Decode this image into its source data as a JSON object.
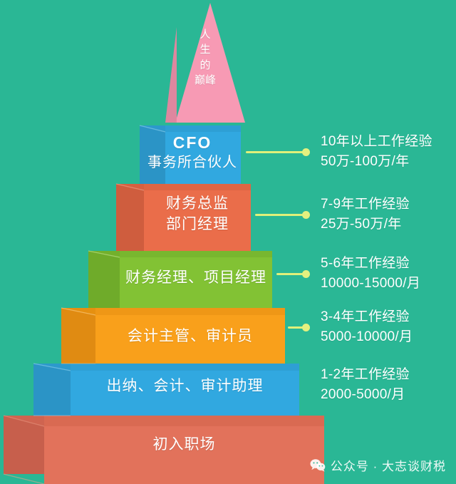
{
  "graphic": {
    "type": "career-pyramid-infographic",
    "background_color": "#2ab795",
    "text_color": "#ffffff",
    "connector_color": "#dff07a"
  },
  "apex": {
    "chars": [
      "人",
      "生",
      "的",
      "巅峰"
    ],
    "color": "#f79ab4"
  },
  "tiers": [
    {
      "id": "cfo",
      "lines": [
        "CFO",
        "事务所合伙人"
      ],
      "color": "#31a8e0",
      "side_color": "#2b94c6"
    },
    {
      "id": "finance-director",
      "lines": [
        "财务总监",
        "部门经理"
      ],
      "color": "#ea6d4a",
      "side_color": "#cf5d3e"
    },
    {
      "id": "finance-manager",
      "lines": [
        "财务经理、项目经理"
      ],
      "color": "#82c234",
      "side_color": "#6fab2a"
    },
    {
      "id": "accounting-supervisor",
      "lines": [
        "会计主管、审计员"
      ],
      "color": "#f9a01b",
      "side_color": "#e08b12"
    },
    {
      "id": "cashier-assistant",
      "lines": [
        "出纳、会计、审计助理"
      ],
      "color": "#31a8e0",
      "side_color": "#2b94c6"
    },
    {
      "id": "entry-level",
      "lines": [
        "初入职场"
      ],
      "color": "#e2725b",
      "side_color": "#c75f4c"
    }
  ],
  "annotations": [
    {
      "id": "annot-cfo",
      "line1": "10年以上工作经验",
      "line2": "50万-100万/年",
      "has_connector": true
    },
    {
      "id": "annot-director",
      "line1": "7-9年工作经验",
      "line2": "25万-50万/年",
      "has_connector": true
    },
    {
      "id": "annot-manager",
      "line1": "5-6年工作经验",
      "line2": "10000-15000/月",
      "has_connector": true
    },
    {
      "id": "annot-supervisor",
      "line1": "3-4年工作经验",
      "line2": "5000-10000/月",
      "has_connector": true
    },
    {
      "id": "annot-assistant",
      "line1": "1-2年工作经验",
      "line2": "2000-5000/月",
      "has_connector": false
    }
  ],
  "watermark": {
    "icon": "wechat-icon",
    "text": "公众号 · 大志谈财税"
  }
}
